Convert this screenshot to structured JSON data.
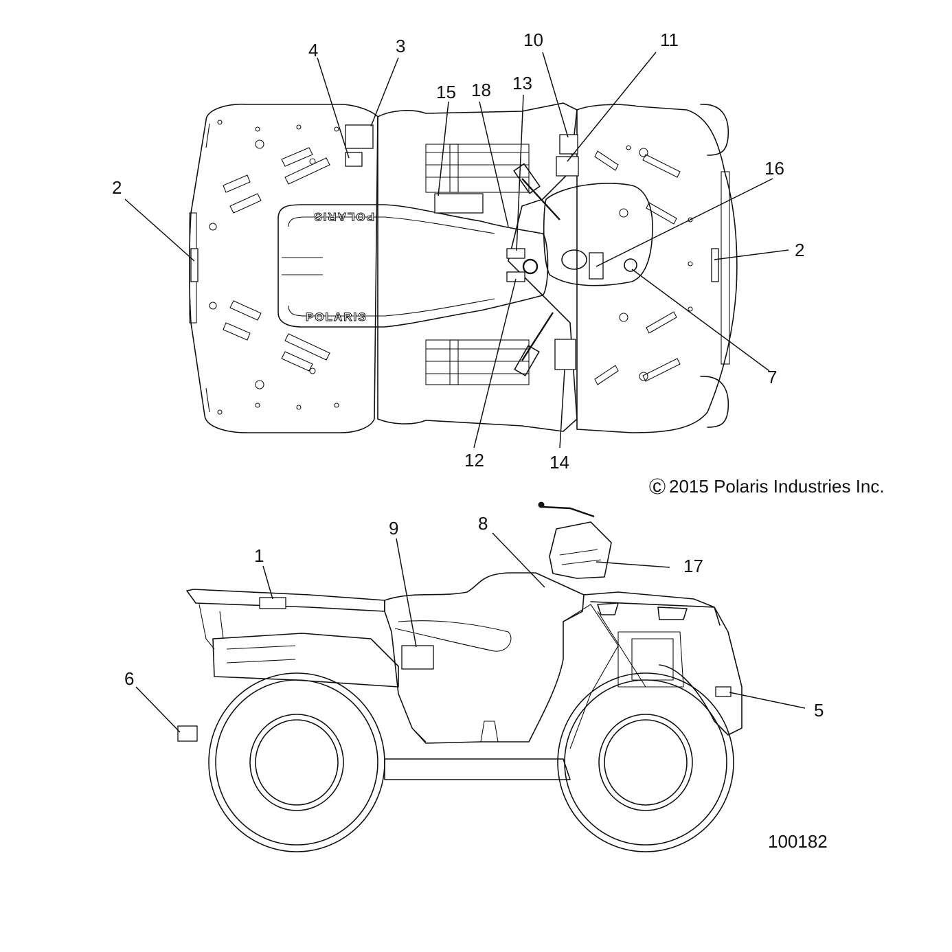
{
  "diagram": {
    "copyright": "2015 Polaris Industries Inc.",
    "copyright_symbol": "©",
    "figure_number": "100182",
    "brand_mark_upright": "POLARIS",
    "brand_mark_mirrored": "POLARIS",
    "callouts_top": [
      {
        "id": "c-top-2-left",
        "label": "2"
      },
      {
        "id": "c-top-4",
        "label": "4"
      },
      {
        "id": "c-top-3",
        "label": "3"
      },
      {
        "id": "c-top-15",
        "label": "15"
      },
      {
        "id": "c-top-18",
        "label": "18"
      },
      {
        "id": "c-top-13",
        "label": "13"
      },
      {
        "id": "c-top-10",
        "label": "10"
      },
      {
        "id": "c-top-11",
        "label": "11"
      },
      {
        "id": "c-top-16",
        "label": "16"
      },
      {
        "id": "c-top-2-right",
        "label": "2"
      },
      {
        "id": "c-top-7",
        "label": "7"
      },
      {
        "id": "c-top-12",
        "label": "12"
      },
      {
        "id": "c-top-14",
        "label": "14"
      }
    ],
    "callouts_side": [
      {
        "id": "c-side-1",
        "label": "1"
      },
      {
        "id": "c-side-9",
        "label": "9"
      },
      {
        "id": "c-side-8",
        "label": "8"
      },
      {
        "id": "c-side-17",
        "label": "17"
      },
      {
        "id": "c-side-6",
        "label": "6"
      },
      {
        "id": "c-side-5",
        "label": "5"
      }
    ]
  }
}
